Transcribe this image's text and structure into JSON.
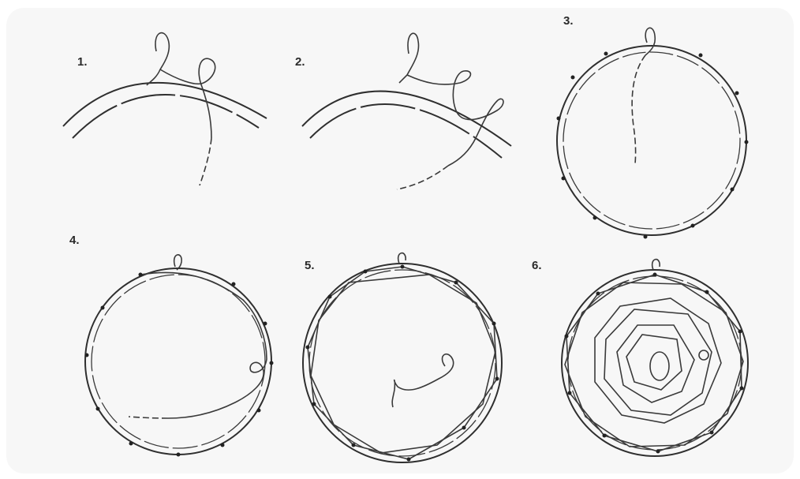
{
  "steps": [
    {
      "id": 1,
      "label": "1."
    },
    {
      "id": 2,
      "label": "2."
    },
    {
      "id": 3,
      "label": "3."
    },
    {
      "id": 4,
      "label": "4."
    },
    {
      "id": 5,
      "label": "5."
    },
    {
      "id": 6,
      "label": "6."
    }
  ]
}
